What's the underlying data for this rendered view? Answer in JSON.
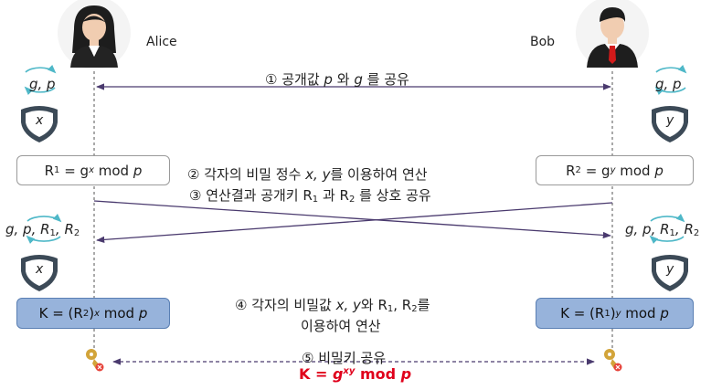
{
  "actors": {
    "alice": {
      "name": "Alice"
    },
    "bob": {
      "name": "Bob"
    }
  },
  "steps": {
    "s1": {
      "num": "①",
      "pre": "공개값",
      "p": "p",
      "mid": "와",
      "g": "g",
      "post": "를 공유"
    },
    "s2": {
      "num": "②",
      "pre": "각자의 비밀 정수",
      "xy": "x, y",
      "post": "를 이용하여 연산"
    },
    "s3": {
      "num": "③",
      "pre": "연산결과 공개키 R",
      "r1sub": "1",
      "mid": "과 R",
      "r2sub": "2",
      "post": "를 상호 공유"
    },
    "s4": {
      "num": "④",
      "line1_pre": "각자의 비밀값",
      "xy": "x, y",
      "line1_mid": "와 R",
      "r1sub": "1",
      "comma": ", R",
      "r2sub": "2",
      "line1_post": "를",
      "line2": "이용하여 연산"
    },
    "s5": {
      "num": "⑤",
      "text": "비밀키 공유"
    }
  },
  "alice": {
    "params1": "g, p",
    "secret": "x",
    "params2_a": "g, p, R",
    "params2_sub1": "1",
    "params2_b": ", R",
    "params2_sub2": "2",
    "secret2": "x",
    "pub_box": {
      "r": "R",
      "sub": "1",
      "eq": " = g",
      "exp": "x",
      "rest": " mod ",
      "p": "p"
    },
    "key_box": {
      "pre": "K = (R",
      "sub": "2",
      "close": ")",
      "exp": "x",
      "rest": " mod ",
      "p": "p"
    }
  },
  "bob": {
    "params1": "g, p",
    "secret": "y",
    "params2_a": "g, p, R",
    "params2_sub1": "1",
    "params2_b": ", R",
    "params2_sub2": "2",
    "secret2": "y",
    "pub_box": {
      "r": "R",
      "sub": "2",
      "eq": " = g",
      "exp": "y",
      "rest": " mod ",
      "p": "p"
    },
    "key_box": {
      "pre": "K = (R",
      "sub": "1",
      "close": ")",
      "exp": "y",
      "rest": " mod ",
      "p": "p"
    }
  },
  "final_key": {
    "pre": "K = ",
    "g": "g",
    "exp": "xy",
    "rest": " mod ",
    "p": "p"
  },
  "colors": {
    "line": "#4a3a6e",
    "dash": "#4a3a6e",
    "cycle_arrow": "#4fb8c8",
    "shield": "#3c4a57",
    "key_box_fill": "#97b3db",
    "final_key": "#e0001b",
    "key_icon": "#d2a43a",
    "key_badge": "#e6443b"
  },
  "icons": {
    "avatar_alice": "woman-avatar-icon",
    "avatar_bob": "man-avatar-icon",
    "shield": "shield-icon",
    "cycle": "cycle-arrows-icon",
    "key": "key-icon"
  }
}
